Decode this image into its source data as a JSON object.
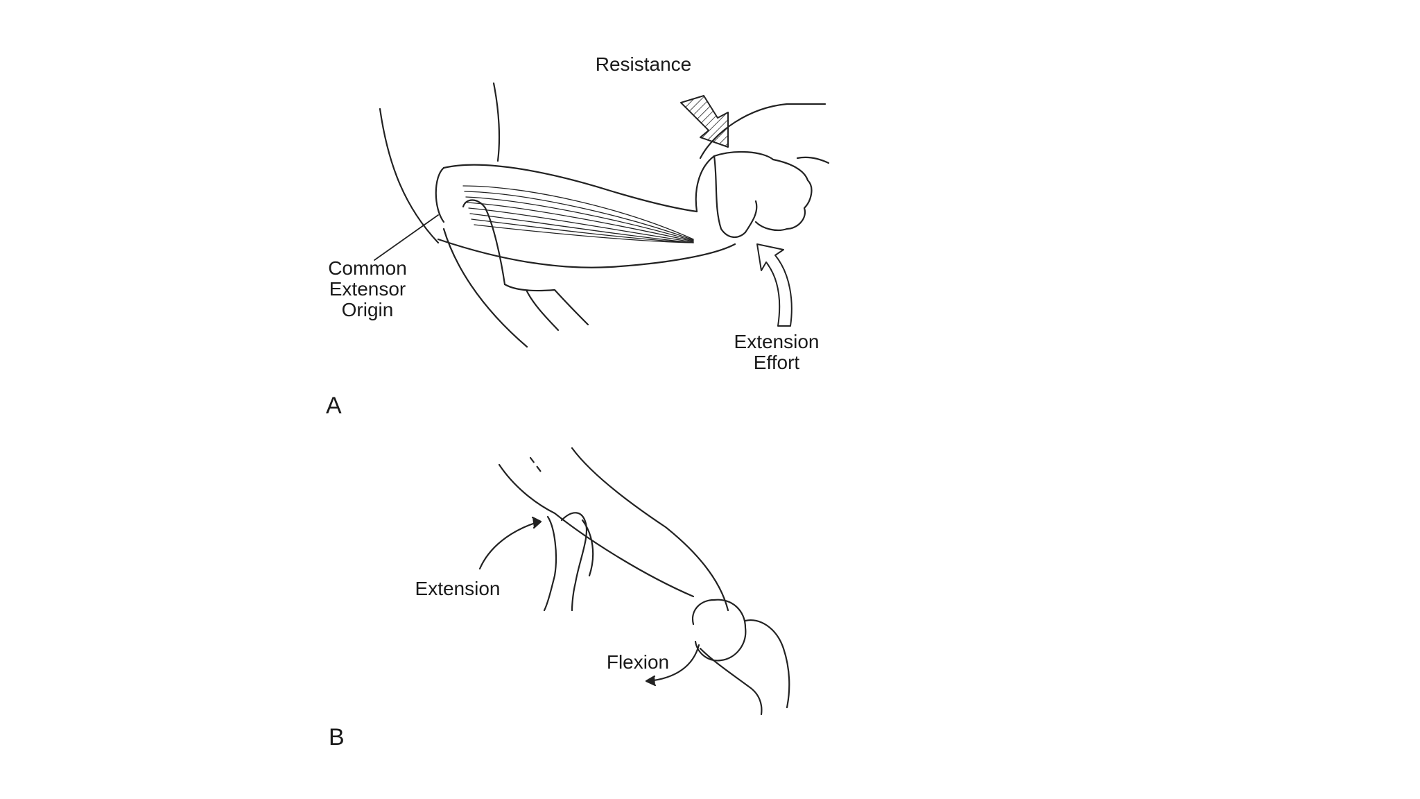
{
  "panel_a": {
    "letter": "A",
    "labels": {
      "resistance": "Resistance",
      "common_extensor_origin": [
        "Common",
        "Extensor",
        "Origin"
      ],
      "extension_effort": [
        "Extension",
        "Effort"
      ]
    }
  },
  "panel_b": {
    "letter": "B",
    "labels": {
      "extension": "Extension",
      "flexion": "Flexion"
    }
  },
  "colors": {
    "line": "#222222",
    "background": "#ffffff"
  }
}
